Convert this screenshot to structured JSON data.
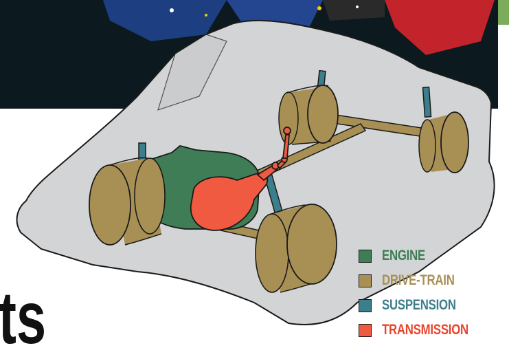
{
  "colors": {
    "engine": "#3e7d55",
    "drive_train": "#a89055",
    "suspension": "#3c7f8c",
    "transmission": "#f05a40",
    "car_body": "#d3d4d6",
    "outline": "#1a1a1a",
    "photo_bg": "#0c1a20",
    "engine_text": "#3e7d55",
    "drive_train_text": "#a89055",
    "suspension_text": "#3c7f8c",
    "transmission_text": "#e8452e"
  },
  "legend": {
    "items": [
      {
        "key": "engine",
        "label": "ENGINE"
      },
      {
        "key": "drive_train",
        "label": "DRIVE-TRAIN"
      },
      {
        "key": "suspension",
        "label": "SUSPENSION"
      },
      {
        "key": "transmission",
        "label": "TRANSMISSION"
      }
    ]
  },
  "heading_fragment": "ts"
}
